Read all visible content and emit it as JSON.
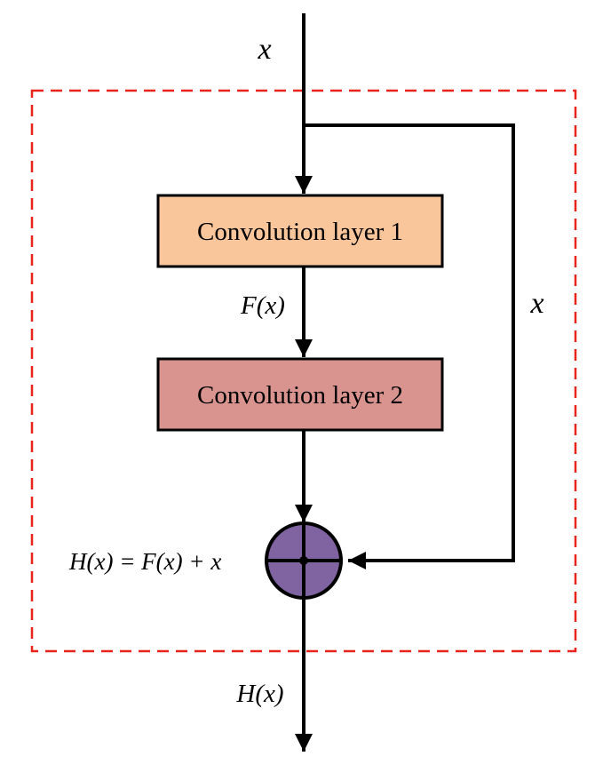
{
  "input_label": "x",
  "skip_label": "x",
  "layer1": {
    "label": "Convolution layer 1",
    "fill": "#f9c59a"
  },
  "layer2": {
    "label": "Convolution layer 2",
    "fill": "#d99490"
  },
  "fx_label": "F(x)",
  "sum_label": "H(x) = F(x) + x",
  "output_label": "H(x)",
  "colors": {
    "dashed_border": "#e8241d",
    "adder_fill": "#8064a2",
    "line": "#000000"
  }
}
